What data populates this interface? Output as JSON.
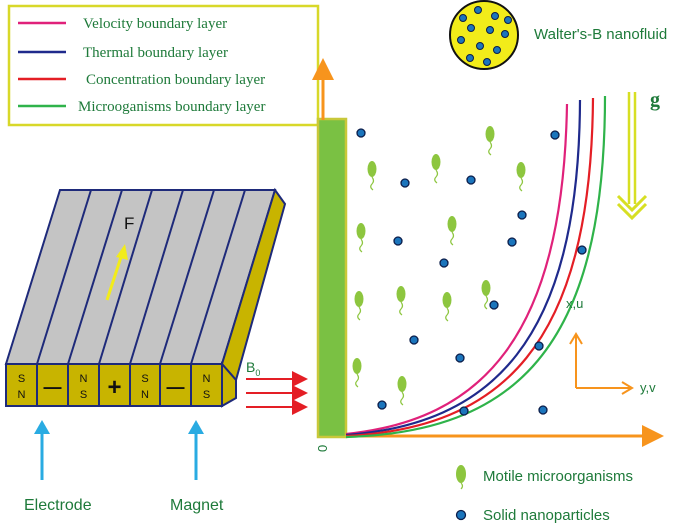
{
  "legend": {
    "items": [
      {
        "label": "Velocity boundary layer",
        "color": "#e0217a"
      },
      {
        "label": "Thermal boundary layer",
        "color": "#1f2a8c"
      },
      {
        "label": "Concentration boundary layer",
        "color": "#e41e25"
      },
      {
        "label": "Microoganisms boundary layer",
        "color": "#2fb34a"
      }
    ],
    "border_color": "#d8d829"
  },
  "nanofluid_label": "Walter's-B nanofluid",
  "gravity_label": "g",
  "force_label": "F",
  "magnetic_field_label": {
    "main": "B",
    "sub": "0"
  },
  "origin_label": "0",
  "axes_labels": {
    "vertical": "x,u",
    "horizontal": "y,v"
  },
  "magnet_strip": {
    "segments": [
      {
        "top": "S",
        "bottom": "N"
      },
      {
        "symbol": "—"
      },
      {
        "top": "N",
        "bottom": "S"
      },
      {
        "symbol": "+"
      },
      {
        "top": "S",
        "bottom": "N"
      },
      {
        "symbol": "—"
      },
      {
        "top": "N",
        "bottom": "S"
      }
    ]
  },
  "bottom_labels": {
    "electrode": "Electrode",
    "magnet": "Magnet"
  },
  "key": {
    "microorganisms": "Motile microorganisms",
    "nanoparticles": "Solid nanoparticles"
  },
  "colors": {
    "label_green": "#1e7a3a",
    "orange": "#f7941d",
    "plate_green": "#7ac143",
    "plate_border": "#c8c83a",
    "magnet_top": "#c4c4c4",
    "magnet_front": "#c8b400",
    "magnet_stroke": "#1e2a7a",
    "arrow_blue": "#29abe2",
    "field_red": "#e41e25",
    "gravity_yellow": "#d7df23",
    "particle_blue": "#1b75bc",
    "particle_edge": "#0b1d4a",
    "microbe_green": "#8dc63f",
    "sphere_yellow": "#f2ec1a"
  }
}
